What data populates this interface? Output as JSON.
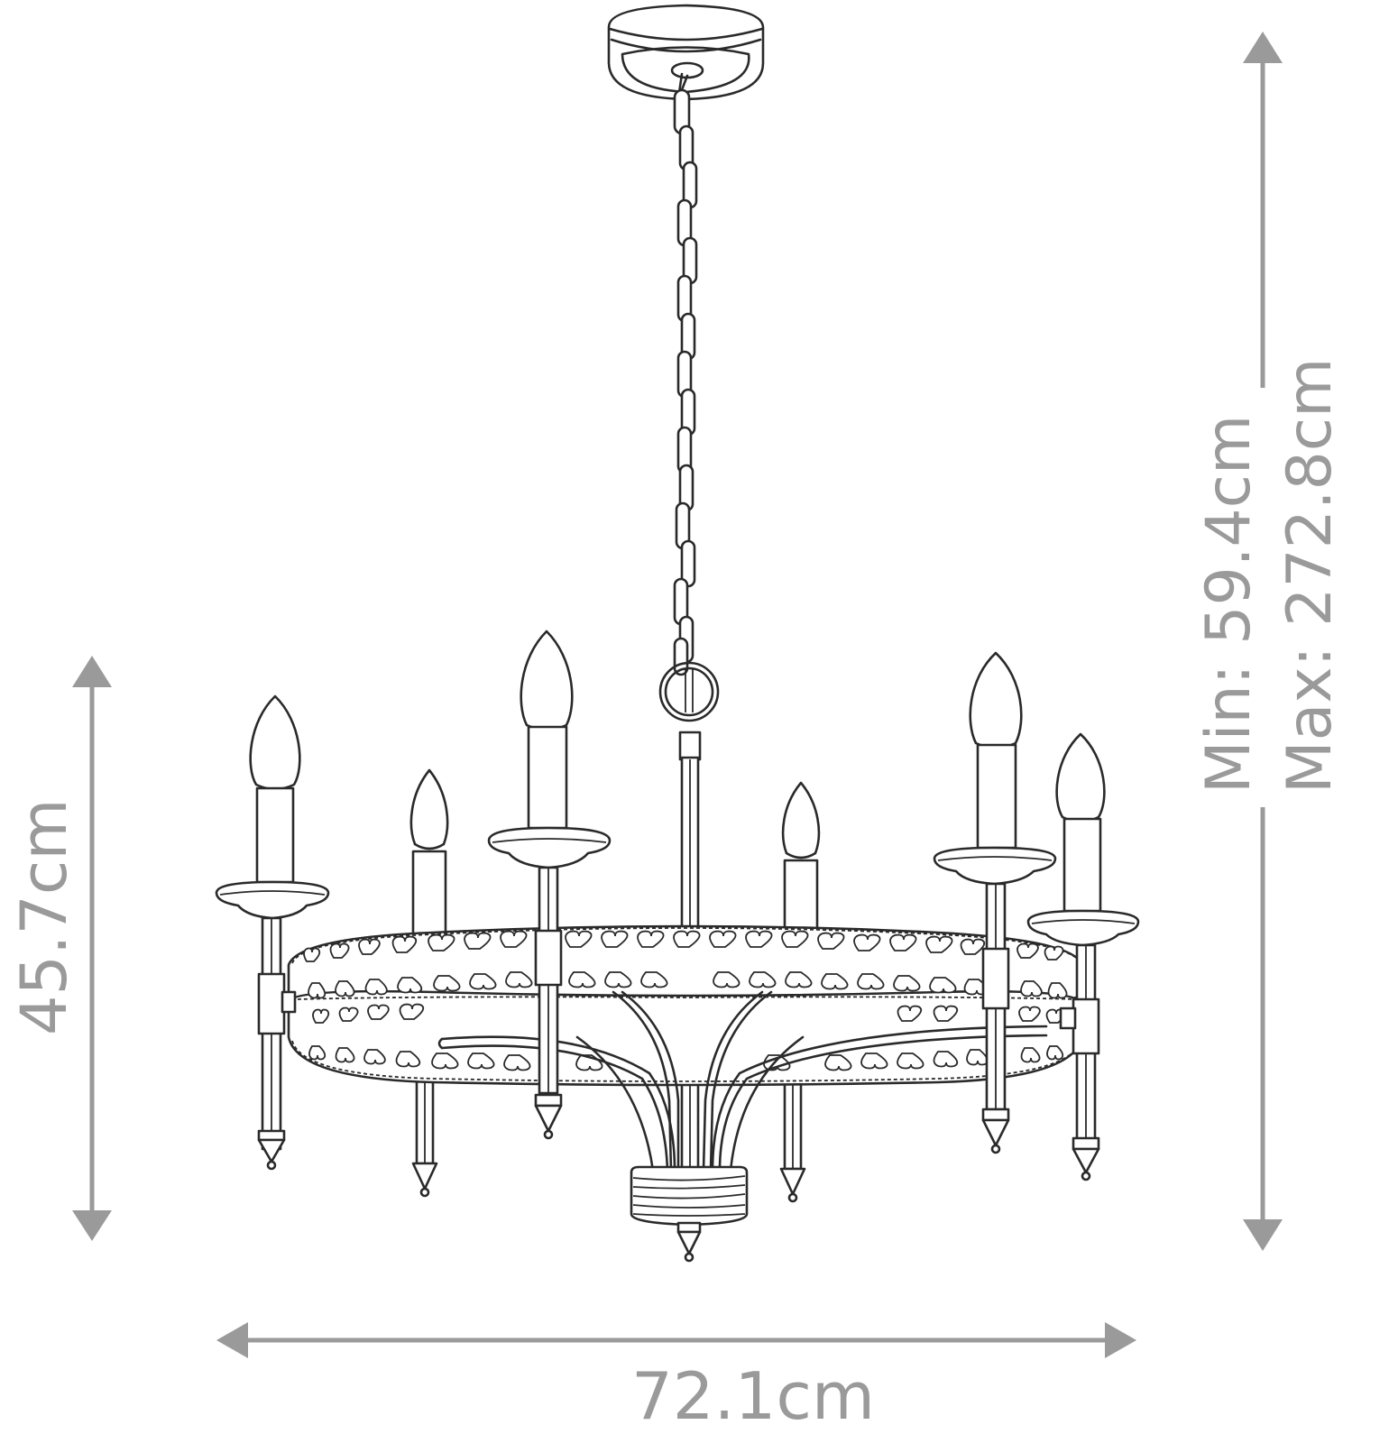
{
  "diagram": {
    "subject": "Six-light candle chandelier with heart-pattern ring, chain suspension and ceiling canopy",
    "style": "line drawing",
    "colors": {
      "line": "#2a2a2a",
      "dimension": "#9a9a9a",
      "background": "#ffffff"
    },
    "dimensions": {
      "height": {
        "label": "45.7cm",
        "orientation": "vertical",
        "side": "left"
      },
      "overall_height_min": {
        "label": "Min: 59.4cm",
        "orientation": "vertical",
        "side": "right"
      },
      "overall_height_max": {
        "label": "Max: 272.8cm",
        "orientation": "vertical",
        "side": "right"
      },
      "width": {
        "label": "72.1cm",
        "orientation": "horizontal",
        "side": "bottom"
      }
    },
    "components": [
      "ceiling-canopy",
      "chain",
      "suspension-ring",
      "central-stem",
      "heart-pattern-ring",
      "candle-arm",
      "candle-bulb",
      "bottom-finial"
    ],
    "candle_count": 6
  }
}
